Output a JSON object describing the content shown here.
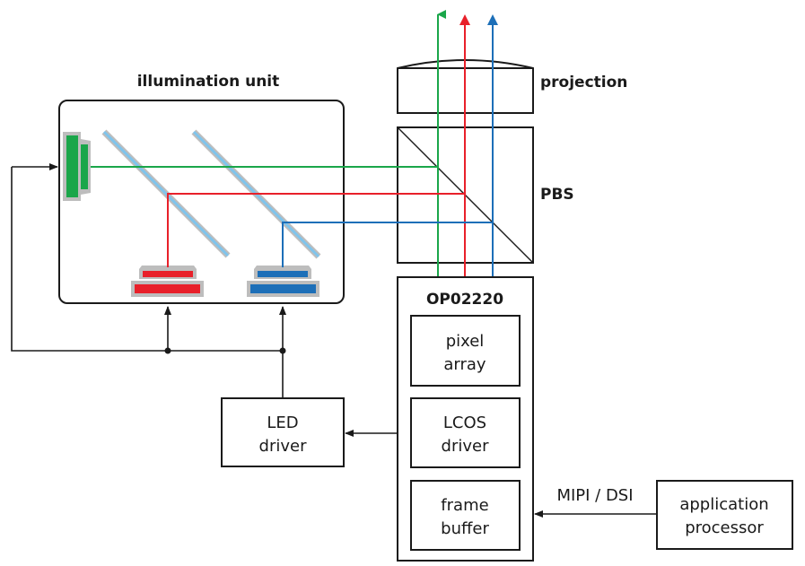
{
  "labels": {
    "illumination_unit": "illumination unit",
    "projection": "projection",
    "pbs": "PBS",
    "chip": "OP02220",
    "pixel_array": [
      "pixel",
      "array"
    ],
    "lcos_driver": [
      "LCOS",
      "driver"
    ],
    "frame_buffer": [
      "frame",
      "buffer"
    ],
    "led_driver": [
      "LED",
      "driver"
    ],
    "interface": "MIPI / DSI",
    "application_processor": [
      "application",
      "processor"
    ]
  },
  "colors": {
    "green": "#1aa64a",
    "red": "#e8202a",
    "blue": "#1d6fb8",
    "mirror": "#7fc4ec",
    "housing": "#bdbdbd",
    "line": "#1a1a1a"
  }
}
